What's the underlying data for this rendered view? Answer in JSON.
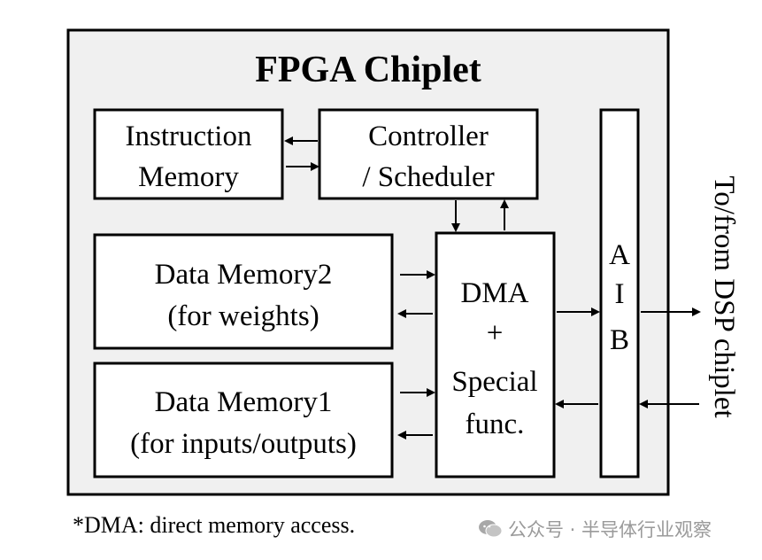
{
  "title": "FPGA Chiplet",
  "blocks": {
    "instruction_memory": [
      "Instruction",
      "Memory"
    ],
    "controller": [
      "Controller",
      "/ Scheduler"
    ],
    "data_memory2": [
      "Data Memory2",
      "(for weights)"
    ],
    "data_memory1": [
      "Data Memory1",
      "(for inputs/outputs)"
    ],
    "dma": [
      "DMA",
      "+",
      "Special",
      "func."
    ],
    "aib": [
      "A",
      "I",
      "B"
    ]
  },
  "external_label": "To/from DSP chiplet",
  "footnote": "*DMA: direct memory access.",
  "watermark": {
    "icon": "wechat-icon",
    "text": "公众号 · 半导体行业观察"
  },
  "colors": {
    "outer_fill": "#f0f0f0",
    "box_fill": "#ffffff",
    "stroke": "#000000",
    "watermark": "#9a9a9a"
  }
}
